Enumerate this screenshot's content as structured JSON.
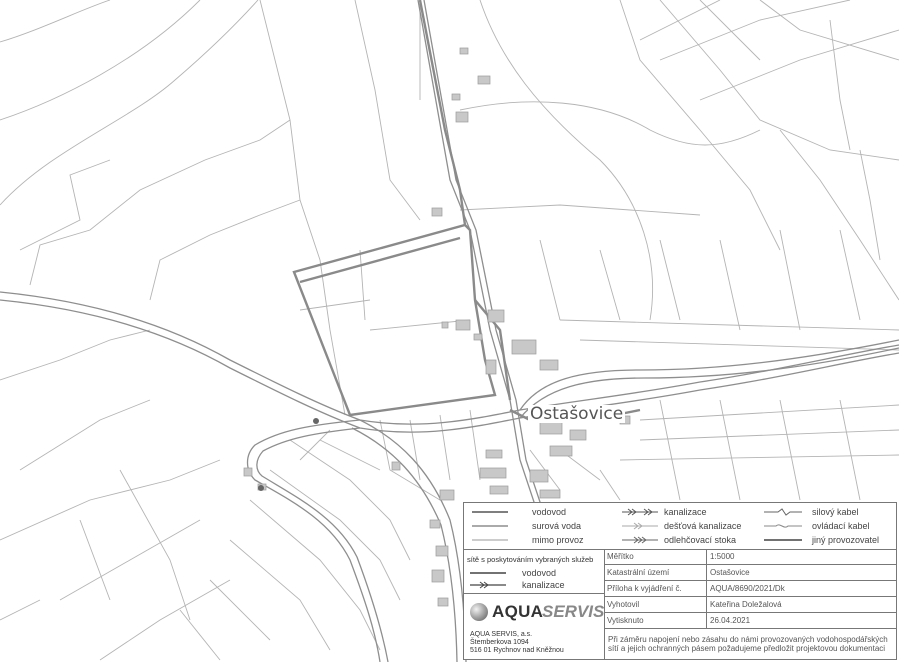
{
  "map": {
    "place_label": "Ostašovice",
    "colors": {
      "roads": "#999999",
      "parcels": "#b0b0b0",
      "buildings": "#c8c8c8",
      "network": "#888888"
    }
  },
  "legend": {
    "network_types": {
      "vodovod": "vodovod",
      "surova_voda": "surová voda",
      "mimo_provoz": "mimo provoz",
      "kanalizace": "kanalizace",
      "destova_kanalizace": "dešťová kanalizace",
      "odlehcovaci_stoka": "odlehčovací stoka",
      "silovy_kabel": "silový kabel",
      "ovladaci_kabel": "ovládací kabel",
      "jiny_provozovatel": "jiný provozovatel"
    },
    "services": {
      "title": "sítě s poskytováním vybraných služeb",
      "vodovod": "vodovod",
      "kanalizace": "kanalizace"
    },
    "company": {
      "logo_main": "AQUA",
      "logo_sub": "SERVIS",
      "name": "AQUA SERVIS, a.s.",
      "street": "Štemberkova 1094",
      "city": "516 01 Rychnov nad Kněžnou"
    },
    "info": {
      "meritko_label": "Měřítko",
      "meritko_value": "1:5000",
      "katastr_label": "Katastrální území",
      "katastr_value": "Ostašovice",
      "priloha_label": "Příloha k vyjádření č.",
      "priloha_value": "AQUA/8690/2021/Dk",
      "vyhotovil_label": "Vyhotovil",
      "vyhotovil_value": "Kateřina Doležalová",
      "vytisknuto_label": "Vytisknuto",
      "vytisknuto_value": "26.04.2021"
    },
    "note": "Při záměru napojení nebo zásahu do námi provozovaných vodohospodářských sítí a jejich ochranných pásem požadujeme předložit projektovou dokumentaci"
  }
}
